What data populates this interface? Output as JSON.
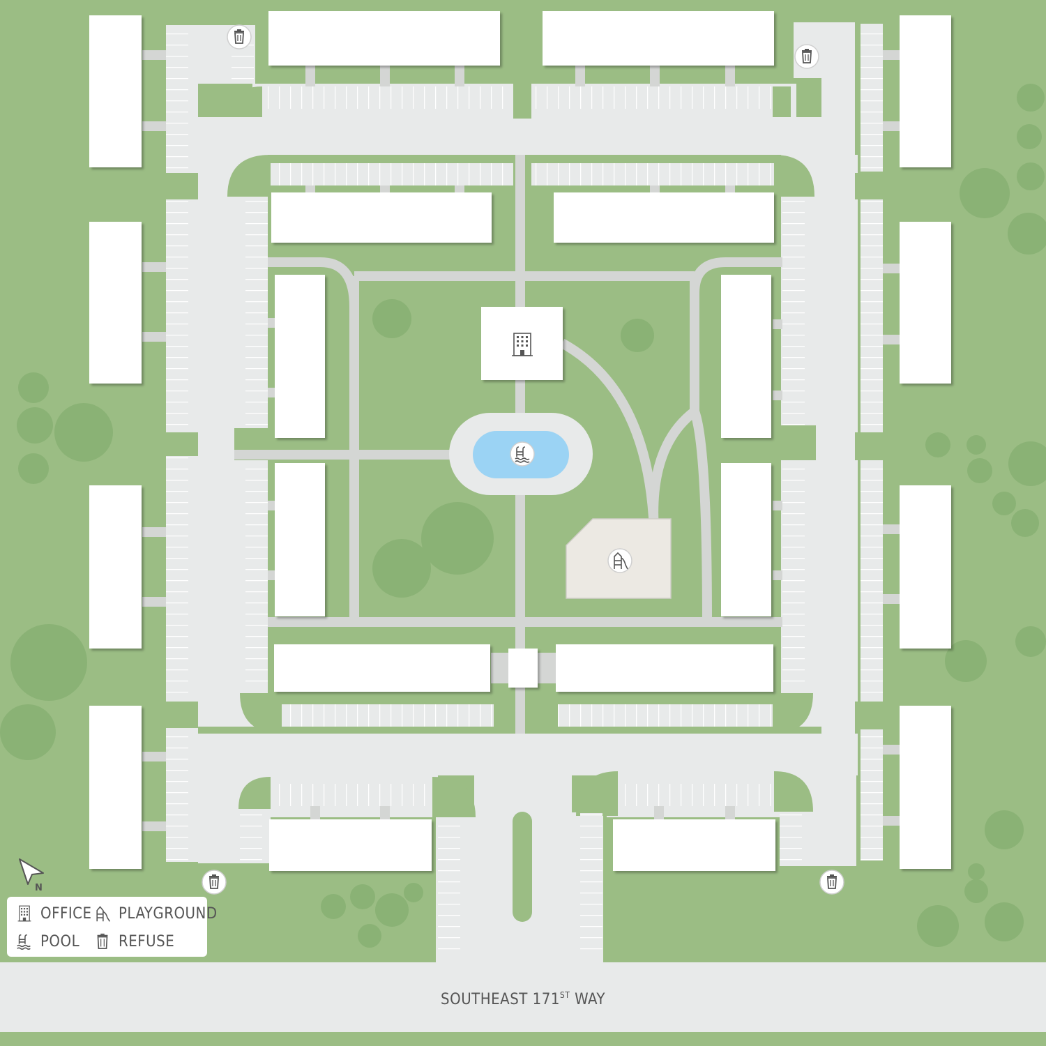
{
  "street": {
    "name": "SOUTHEAST 171",
    "suffix": "ST",
    "tail": "WAY"
  },
  "north_arrow": {
    "label": "N"
  },
  "legend": {
    "office": "OFFICE",
    "playground": "PLAYGROUND",
    "pool": "POOL",
    "refuse": "REFUSE"
  },
  "colors": {
    "grass": "#9bbd84",
    "tree": "#8ab275",
    "pavement": "#e8eaea",
    "path": "#d4d6d4",
    "building": "#ffffff",
    "pool_water": "#9bd3f4",
    "playground_area": "#ece9e3"
  },
  "icons": [
    "office-icon",
    "pool-icon",
    "playground-icon",
    "refuse-icon",
    "north-arrow-icon"
  ]
}
